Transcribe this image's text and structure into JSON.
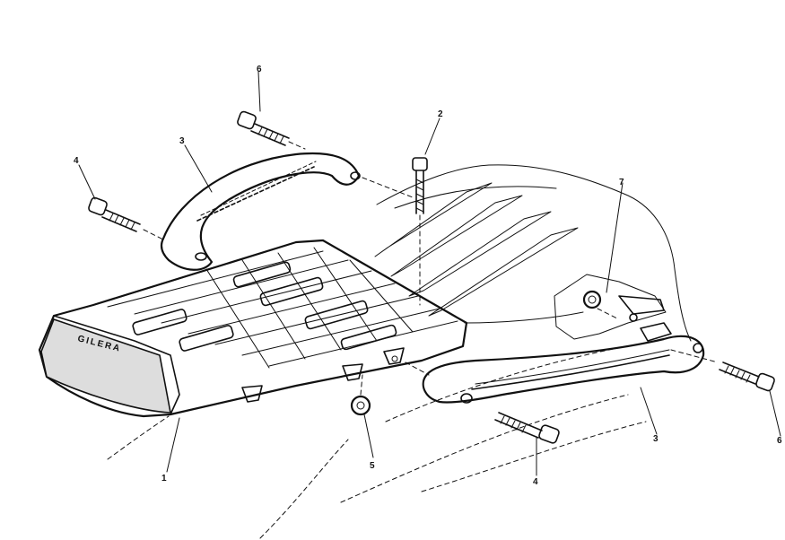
{
  "diagram": {
    "type": "exploded-parts-drawing",
    "brand_lettering": "GILERA",
    "callouts": [
      {
        "id": "c1",
        "label": "1"
      },
      {
        "id": "c2",
        "label": "2"
      },
      {
        "id": "c3a",
        "label": "3"
      },
      {
        "id": "c3b",
        "label": "3"
      },
      {
        "id": "c4a",
        "label": "4"
      },
      {
        "id": "c4b",
        "label": "4"
      },
      {
        "id": "c5",
        "label": "5"
      },
      {
        "id": "c6a",
        "label": "6"
      },
      {
        "id": "c6b",
        "label": "6"
      },
      {
        "id": "c7",
        "label": "7"
      }
    ]
  }
}
